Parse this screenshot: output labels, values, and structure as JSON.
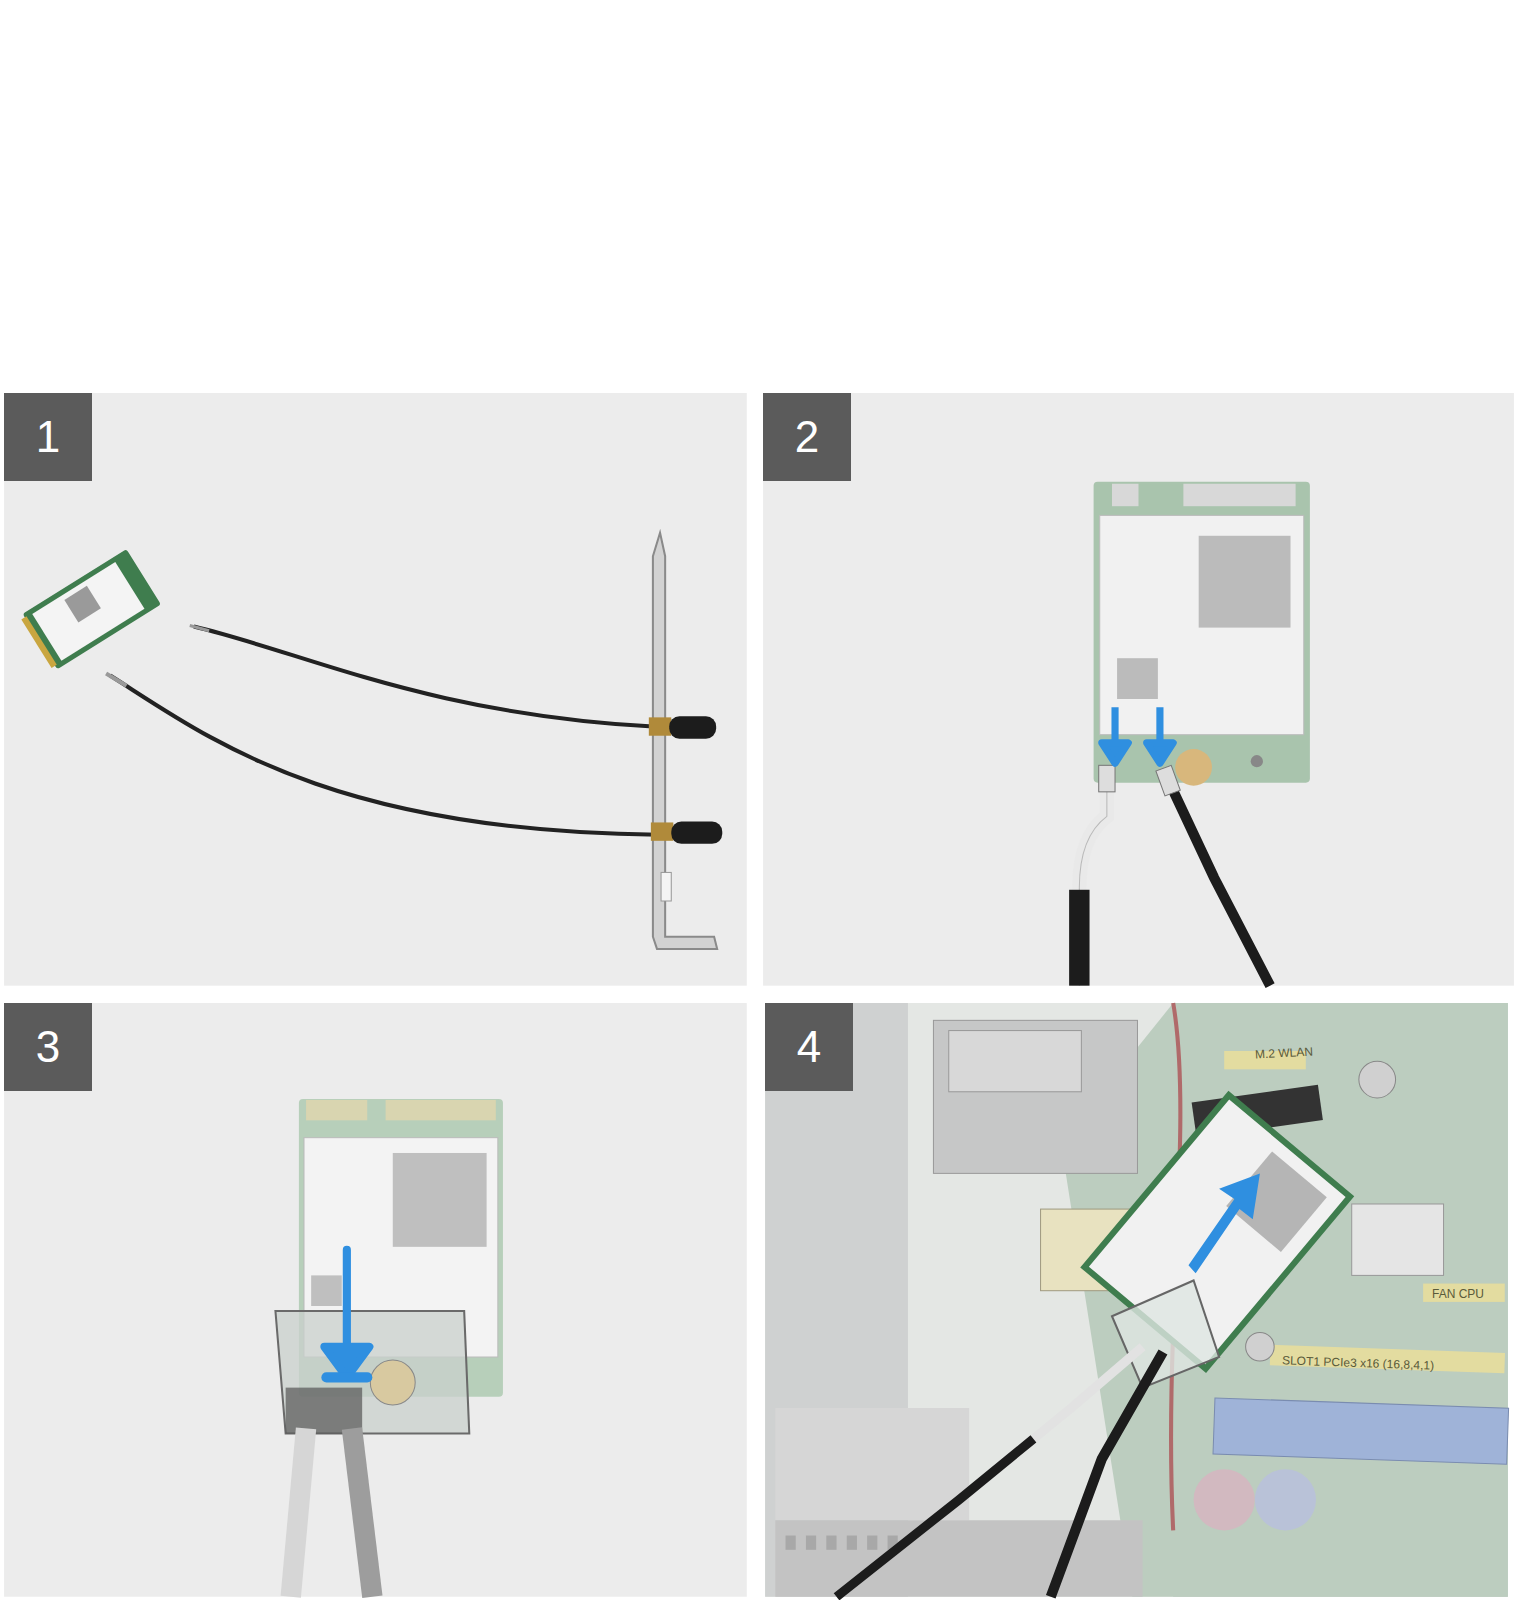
{
  "diagram": {
    "nodes": [
      {
        "text": [
          "1"
        ]
      },
      {
        "text": [
          "2"
        ]
      },
      {
        "text": [
          "3"
        ]
      },
      {
        "text": [
          "4"
        ]
      }
    ],
    "labels": [
      "M.2 WLAN",
      "FAN CPU",
      "SLOT1 PCIe3 x16 (16,8,4,1)"
    ]
  }
}
